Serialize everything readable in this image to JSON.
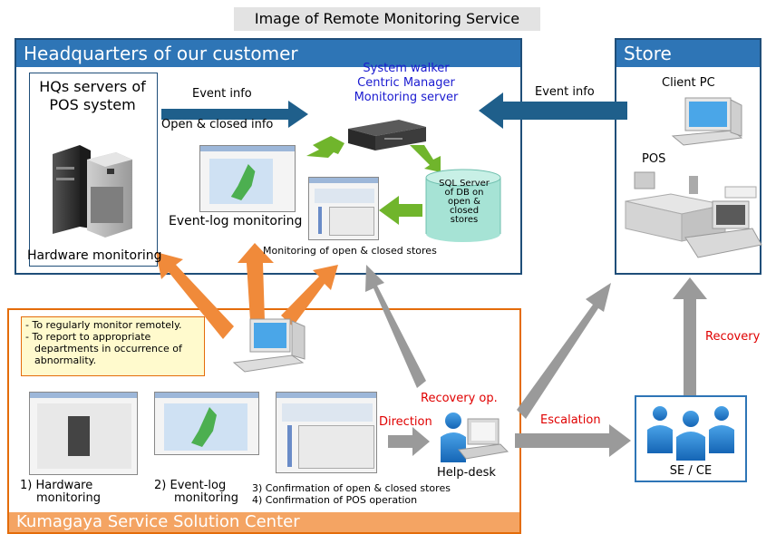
{
  "title": "Image of Remote Monitoring Service",
  "hq": {
    "heading": "Headquarters of our customer",
    "servers_line1": "HQs servers of",
    "servers_line2": "POS system",
    "hardware_monitoring": "Hardware monitoring",
    "event_info": "Event info",
    "open_closed_info": "Open & closed info",
    "manager_line1": "System walker",
    "manager_line2": "Centric Manager",
    "manager_line3": "Monitoring server",
    "sql_line1": "SQL Server",
    "sql_line2": "of DB on",
    "sql_line3": "open &",
    "sql_line4": "closed",
    "sql_line5": "stores",
    "event_log_monitoring": "Event-log monitoring",
    "open_closed_monitoring": "Monitoring of open & closed stores"
  },
  "store": {
    "heading": "Store",
    "event_info": "Event info",
    "client_pc": "Client PC",
    "pos": "POS"
  },
  "center": {
    "heading": "Kumagaya Service Solution Center",
    "note_line1": "- To regularly monitor remotely.",
    "note_line2": "- To report to appropriate",
    "note_line3": "departments in occurrence of",
    "note_line4": "abnormality.",
    "item1_line1": "1) Hardware",
    "item1_line2": "monitoring",
    "item2_line1": "2) Event-log",
    "item2_line2": "monitoring",
    "item3": "3) Confirmation of open & closed stores",
    "item4": "4) Confirmation of POS operation",
    "direction": "Direction",
    "recovery_op": "Recovery op.",
    "help_desk": "Help-desk"
  },
  "escalation": "Escalation",
  "recovery": "Recovery",
  "se_ce": "SE / CE",
  "colors": {
    "panel_blue": "#2e75b6",
    "panel_orange": "#f4a463",
    "arrow_dark_blue": "#1f5f8b",
    "arrow_orange": "#f08a3a",
    "arrow_green": "#70b52c",
    "arrow_gray": "#9a9a9a",
    "highlight_red": "#e00000",
    "highlight_blue": "#1a1ad0"
  }
}
